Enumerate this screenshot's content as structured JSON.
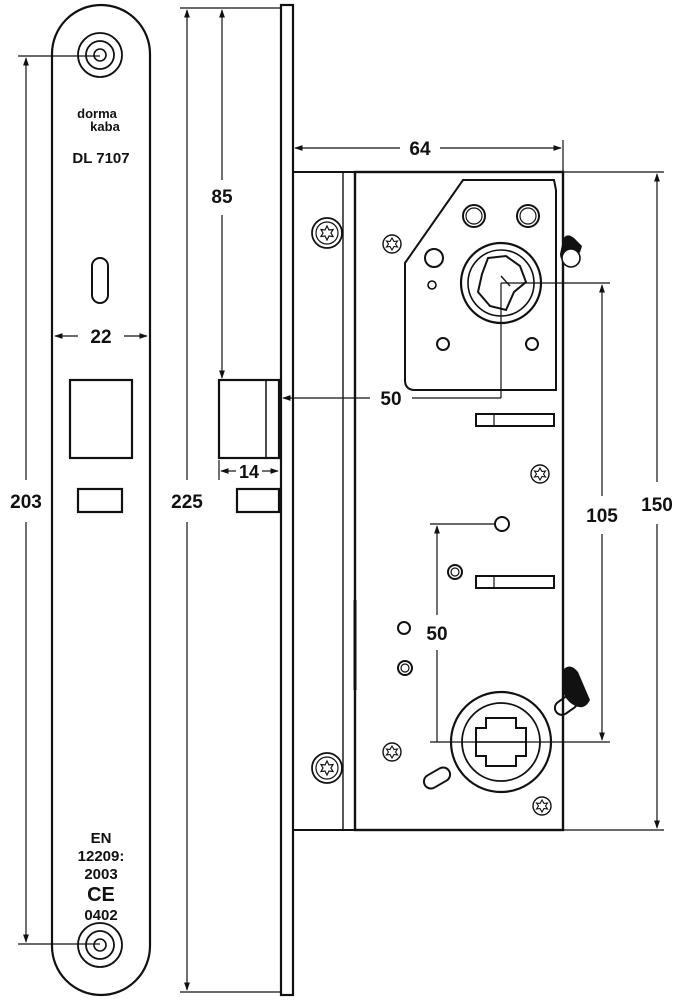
{
  "faceplate": {
    "brand_line1": "dorma",
    "brand_line2": "kaba",
    "model": "DL 7107",
    "standard": "EN",
    "standard_number": "12209:",
    "standard_year": "2003",
    "ce_mark": "CE",
    "ce_number": "0402"
  },
  "dimensions": {
    "faceplate_length": "203",
    "faceplate_width": "22",
    "forend_length": "225",
    "backset_to_follower": "85",
    "latch_projection": "14",
    "case_depth": "64",
    "backset": "50",
    "case_height": "150",
    "center_distance": "105",
    "lower_spindle_offset": "50"
  },
  "icons": {
    "screw": "screw-icon",
    "ce": "ce-mark-icon"
  }
}
